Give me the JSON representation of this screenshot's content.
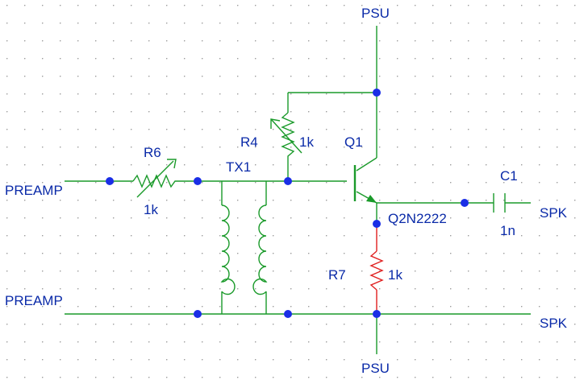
{
  "labels": {
    "psu_top": "PSU",
    "psu_bottom": "PSU",
    "preamp_top": "PREAMP",
    "preamp_bottom": "PREAMP",
    "spk_top": "SPK",
    "spk_bottom": "SPK"
  },
  "components": {
    "r6": {
      "ref": "R6",
      "value": "1k"
    },
    "r4": {
      "ref": "R4",
      "value": "1k"
    },
    "r7": {
      "ref": "R7",
      "value": "1k"
    },
    "q1": {
      "ref": "Q1",
      "model": "Q2N2222"
    },
    "c1": {
      "ref": "C1",
      "value": "1n"
    },
    "tx1": {
      "ref": "TX1"
    }
  },
  "colors": {
    "wire": "#1a9a2a",
    "junction": "#1a2ee6",
    "label": "#0a2aa8",
    "highlight": "#e02020"
  }
}
